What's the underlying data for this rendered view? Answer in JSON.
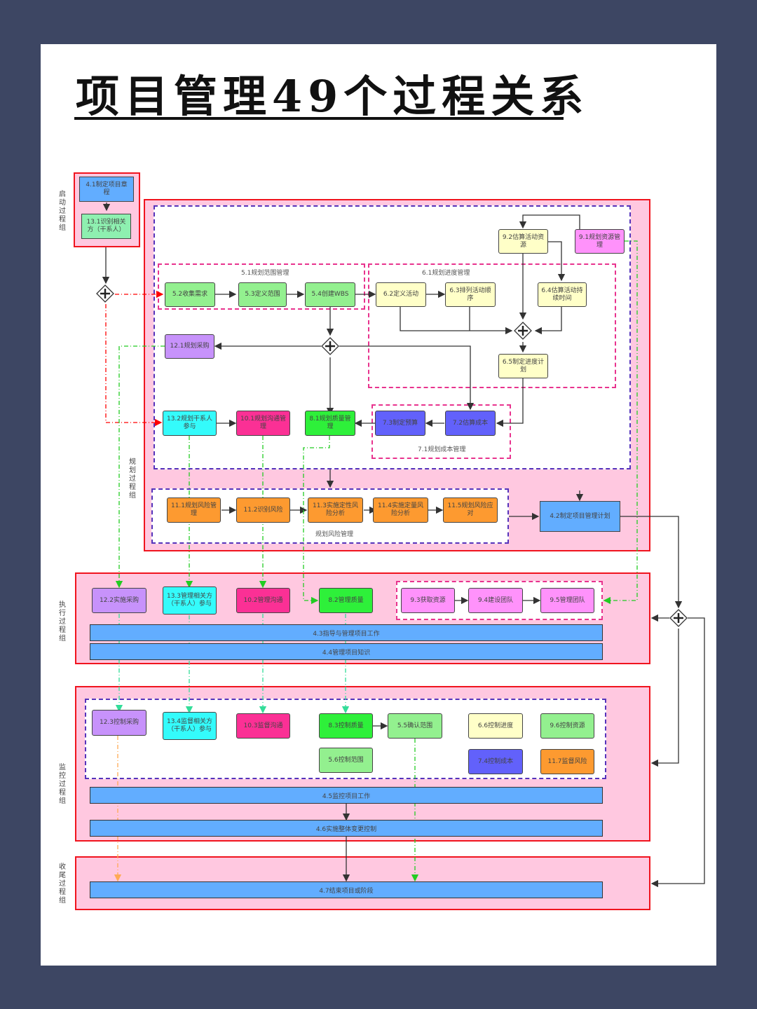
{
  "title": "项目管理49个过程关系",
  "stages": {
    "initiating": "启动过程组",
    "planning": "规划过程组",
    "executing": "执行过程组",
    "monitoring": "监控过程组",
    "closing": "收尾过程组"
  },
  "containers": {
    "scope_mgmt": "5.1规划范围管理",
    "schedule_mgmt": "6.1规划进度管理",
    "cost_mgmt": "7.1规划成本管理",
    "risk_mgmt": "规划风险管理"
  },
  "nodes": {
    "p4_1": "4.1制定项目章程",
    "p13_1": "13.1识别相关方（干系人）",
    "p5_2": "5.2收集需求",
    "p5_3": "5.3定义范围",
    "p5_4": "5.4创建WBS",
    "p6_2": "6.2定义活动",
    "p6_3": "6.3排列活动顺序",
    "p6_4": "6.4估算活动持续时间",
    "p6_5": "6.5制定进度计划",
    "p9_2": "9.2估算活动资源",
    "p9_1": "9.1规划资源管理",
    "p12_1": "12.1规划采购",
    "p13_2": "13.2规划干系人参与",
    "p10_1": "10.1规划沟通管理",
    "p8_1": "8.1规划质量管理",
    "p7_3": "7.3制定预算",
    "p7_2": "7.2估算成本",
    "p11_1": "11.1规划风险管理",
    "p11_2": "11.2识别风险",
    "p11_3": "11.3实施定性风险分析",
    "p11_4": "11.4实施定量风险分析",
    "p11_5": "11.5规划风险应对",
    "p4_2": "4.2制定项目管理计划",
    "p12_2": "12.2实施采购",
    "p13_3": "13.3管理相关方（干系人）参与",
    "p10_2": "10.2管理沟通",
    "p8_2": "8.2管理质量",
    "p9_3": "9.3获取资源",
    "p9_4": "9.4建设团队",
    "p9_5": "9.5管理团队",
    "p4_3": "4.3指导与管理项目工作",
    "p4_4": "4.4管理项目知识",
    "p12_3": "12.3控制采购",
    "p13_4": "13.4监督相关方（干系人）参与",
    "p10_3": "10.3监督沟通",
    "p8_3": "8.3控制质量",
    "p5_5": "5.5确认范围",
    "p5_6": "5.6控制范围",
    "p6_6": "6.6控制进度",
    "p9_6": "9.6控制资源",
    "p7_4": "7.4控制成本",
    "p11_7": "11.7监督风险",
    "p4_5": "4.5监控项目工作",
    "p4_6": "4.6实施整体变更控制",
    "p4_7": "4.7结束项目或阶段"
  },
  "gateway_icon": "parallel-gateway-plus-icon",
  "colors": {
    "background": "#3d4663",
    "group_fill": "#ffc8e0",
    "group_border": "#f0141e",
    "integration": "#62adff",
    "scope": "#93f08f",
    "schedule": "#ffffc8",
    "cost": "#6261fb",
    "quality": "#2ef03a",
    "resource": "#ff92fb",
    "communication": "#fb3095",
    "risk": "#fd9a30",
    "procurement": "#c792fb",
    "stakeholder": "#34fbfb"
  }
}
